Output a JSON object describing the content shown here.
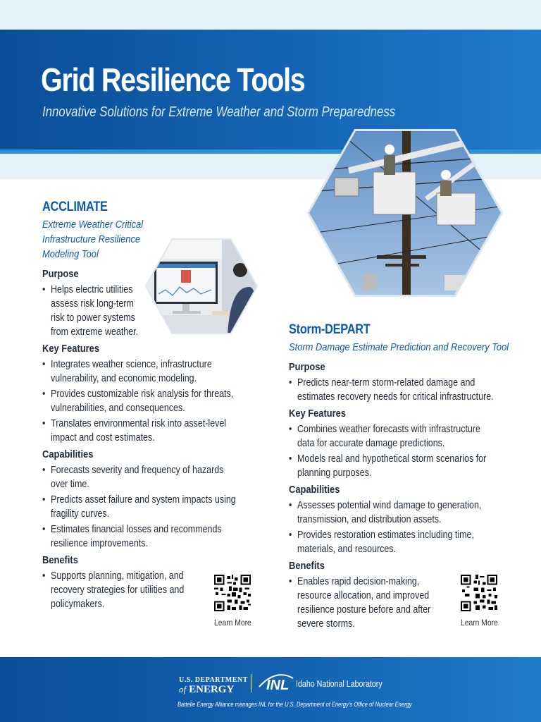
{
  "header": {
    "title": "Grid Resilience Tools",
    "subtitle": "Innovative Solutions for Extreme Weather and Storm Preparedness"
  },
  "acclimate": {
    "name": "ACCLIMATE",
    "subtitle": "Extreme Weather Critical Infrastructure Resilience Modeling Tool",
    "purpose_heading": "Purpose",
    "purpose": [
      "Helps electric utilities assess risk long-term risk to power systems from extreme weather."
    ],
    "features_heading": "Key Features",
    "features": [
      "Integrates weather science, infrastructure vulnerability, and economic modeling.",
      "Provides customizable risk analysis for threats, vulnerabilities, and consequences.",
      "Translates environmental risk into asset-level impact and cost estimates."
    ],
    "capabilities_heading": "Capabilities",
    "capabilities": [
      "Forecasts severity and frequency of hazards over time.",
      "Predicts asset failure and system impacts using fragility curves.",
      "Estimates financial losses and recommends resilience improvements."
    ],
    "benefits_heading": "Benefits",
    "benefits": [
      "Supports planning, mitigation, and recovery strategies for utilities and policymakers."
    ],
    "learn_more": "Learn More"
  },
  "storm_depart": {
    "name": "Storm-DEPART",
    "subtitle": "Storm Damage Estimate Prediction and Recovery Tool",
    "purpose_heading": "Purpose",
    "purpose": [
      "Predicts near-term storm-related damage and estimates recovery needs for critical infrastructure."
    ],
    "features_heading": "Key Features",
    "features": [
      "Combines weather forecasts with infrastructure data for accurate damage predictions.",
      "Models real and hypothetical storm scenarios for planning purposes."
    ],
    "capabilities_heading": "Capabilities",
    "capabilities": [
      "Assesses potential wind damage to generation, transmission, and distribution assets.",
      "Provides restoration estimates including time, materials, and resources."
    ],
    "benefits_heading": "Benefits",
    "benefits": [
      "Enables rapid decision-making, resource allocation, and improved resilience posture before and after severe storms."
    ],
    "learn_more": "Learn More"
  },
  "footer": {
    "doe_line1": "U.S. DEPARTMENT",
    "doe_of": "of",
    "doe_line2": "ENERGY",
    "inl_name": "Idaho National Laboratory",
    "note": "Battelle Energy Alliance manages INL for the U.S. Department of Energy's Office of Nuclear Energy"
  },
  "colors": {
    "brand_blue": "#0a4e97",
    "heading_blue": "#0c5aa8",
    "light_band": "#e3f2fb"
  }
}
